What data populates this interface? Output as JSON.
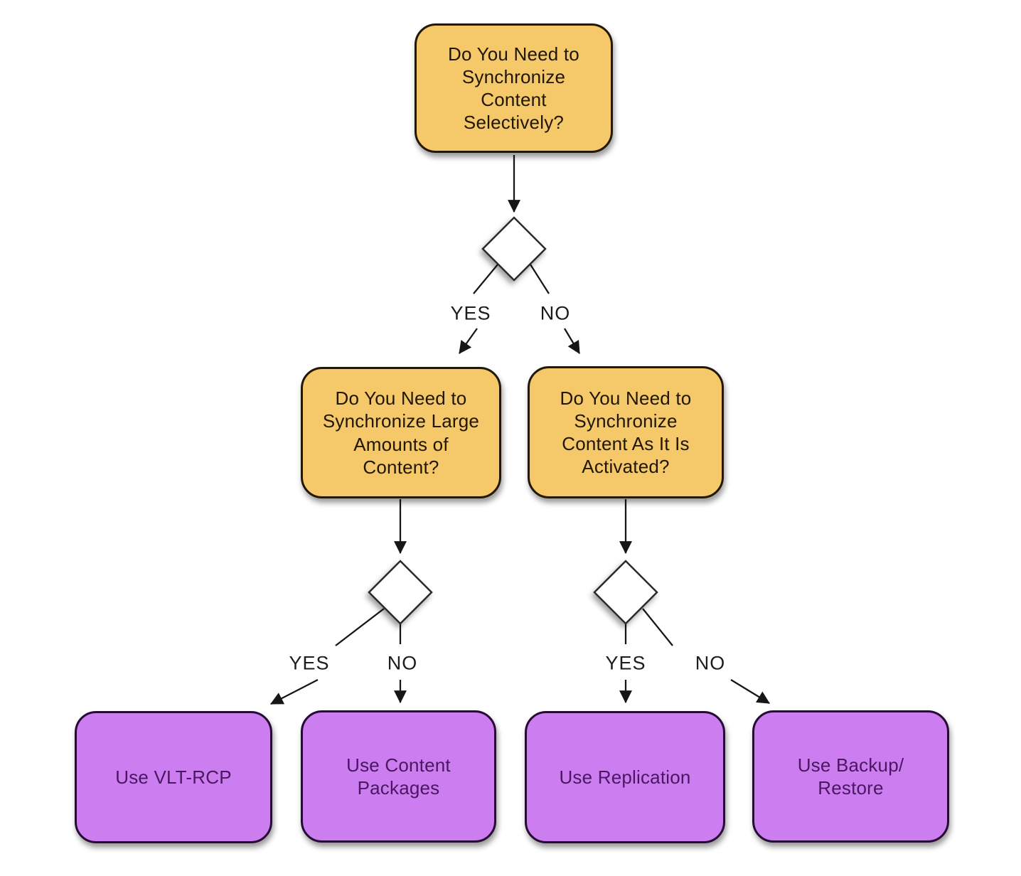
{
  "colors": {
    "question_fill": "#f5c869",
    "question_border": "#221804",
    "question_text": "#201604",
    "decision_fill": "#ffffff",
    "result_fill": "#cc7df0",
    "result_border": "#260b34",
    "result_text": "#4a1763",
    "label_text": "#1c1c1c"
  },
  "nodes": {
    "q1": {
      "text": "Do You Need to\nSynchronize\nContent\nSelectively?"
    },
    "q2": {
      "text": "Do You Need to\nSynchronize Large\nAmounts of\nContent?"
    },
    "q3": {
      "text": "Do You Need to\nSynchronize\nContent As It Is\nActivated?"
    },
    "r1": {
      "text": "Use VLT-RCP"
    },
    "r2": {
      "text": "Use Content\nPackages"
    },
    "r3": {
      "text": "Use Replication"
    },
    "r4": {
      "text": "Use Backup/\nRestore"
    }
  },
  "labels": {
    "d1_yes": "YES",
    "d1_no": "NO",
    "d2_yes": "YES",
    "d2_no": "NO",
    "d3_yes": "YES",
    "d3_no": "NO"
  }
}
